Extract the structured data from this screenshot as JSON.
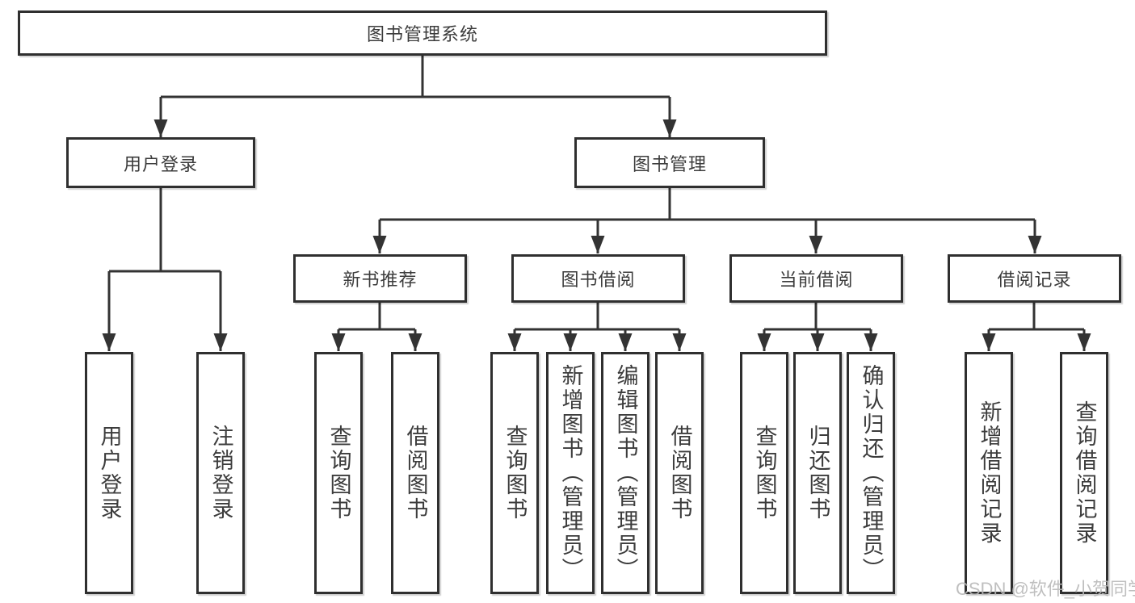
{
  "diagram": {
    "type": "tree-diagram",
    "title": "图书管理系统",
    "branches": [
      {
        "label": "用户登录",
        "children": [
          {
            "label": "用户登录"
          },
          {
            "label": "注销登录"
          }
        ]
      },
      {
        "label": "图书管理",
        "children": [
          {
            "label": "新书推荐",
            "children": [
              {
                "label": "查询图书"
              },
              {
                "label": "借阅图书"
              }
            ]
          },
          {
            "label": "图书借阅",
            "children": [
              {
                "label": "查询图书"
              },
              {
                "label": "新增图书（管理员）"
              },
              {
                "label": "编辑图书（管理员）"
              },
              {
                "label": "借阅图书"
              }
            ]
          },
          {
            "label": "当前借阅",
            "children": [
              {
                "label": "查询图书"
              },
              {
                "label": "归还图书"
              },
              {
                "label": "确认归还（管理员）"
              }
            ]
          },
          {
            "label": "借阅记录",
            "children": [
              {
                "label": "新增借阅记录"
              },
              {
                "label": "查询借阅记录"
              }
            ]
          }
        ]
      }
    ]
  },
  "watermark": {
    "text": "CSDN @软件_小贺同学"
  },
  "colors": {
    "line": "#333333",
    "box_border": "#2f2f2f",
    "text": "#3c3c3c",
    "background": "#ffffff",
    "watermark": "#b9b9b9"
  }
}
